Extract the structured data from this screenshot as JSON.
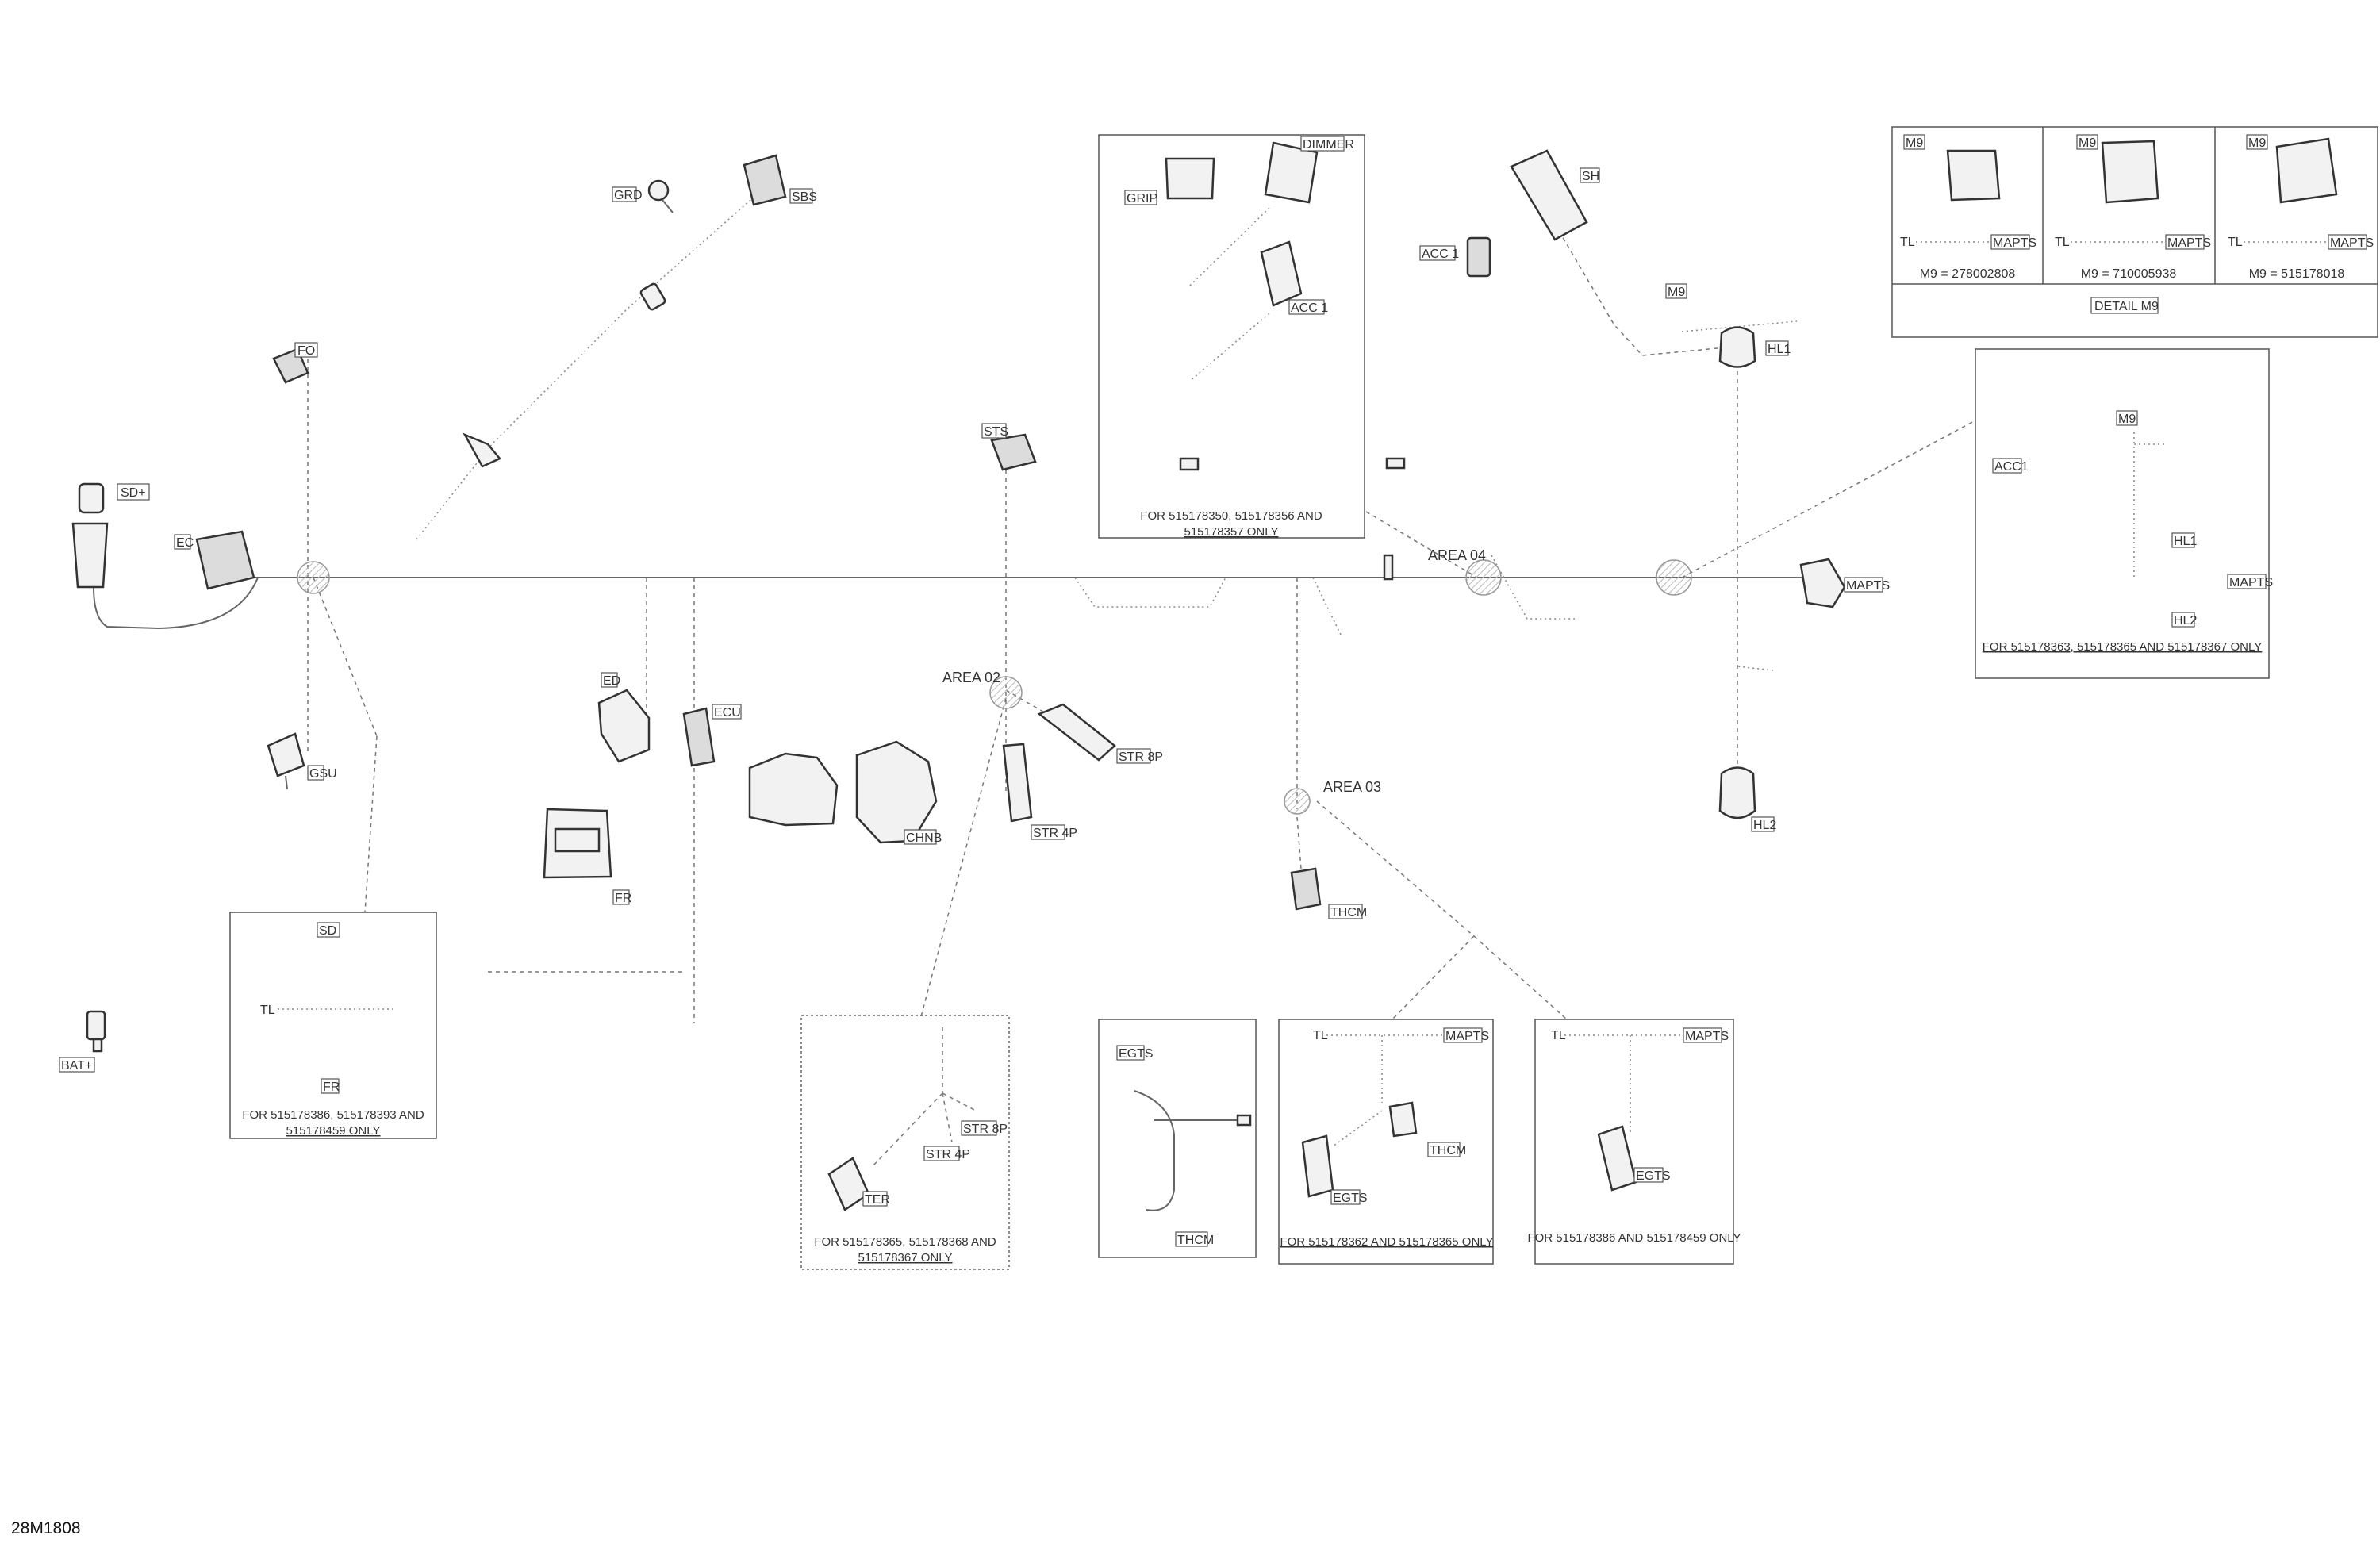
{
  "document_ref": "28M1808",
  "connectors": {
    "sd_plus": "SD+",
    "ec": "EC",
    "fo": "FO",
    "gsu": "GSU",
    "grd": "GRD",
    "sbs": "SBS",
    "ed": "ED",
    "fr": "FR",
    "fr2": "FR",
    "ecu": "ECU",
    "chnb": "CHNB",
    "bat_plus": "BAT+",
    "sts": "STS",
    "str_8p": "STR 8P",
    "str_4p": "STR 4P",
    "sh": "SH",
    "acc1": "ACC 1",
    "hl1": "HL1",
    "hl2": "HL2",
    "maps": "MAPTS",
    "thcm": "THCM",
    "m9": "M9"
  },
  "areas": {
    "a2": "AREA 02",
    "a3": "AREA 03",
    "a4": "AREA 04"
  },
  "box_cluster": {
    "grip": "GRIP",
    "dimmer": "DIMMER",
    "acc": "ACC 1",
    "note_line1": "FOR 515178350, 515178356 AND",
    "note_line2": "515178357 ONLY"
  },
  "box_sd": {
    "sd": "SD",
    "tl": "TL",
    "fr": "FR",
    "note_line1": "FOR 515178386, 515178393 AND",
    "note_line2": "515178459 ONLY"
  },
  "box_str": {
    "str_8p": "STR 8P",
    "str_4p": "STR 4P",
    "ter": "TER",
    "note_line1": "FOR 515178365, 515178368 AND",
    "note_line2": "515178367 ONLY"
  },
  "box_thcm": {
    "egts": "EGTS",
    "thcm": "THCM"
  },
  "box_tl_maps": {
    "tl": "TL",
    "maps": "MAPTS",
    "thcm": "THCM",
    "egts": "EGTS",
    "note": "FOR 515178362 AND 515178365 ONLY"
  },
  "box_tl_maps2": {
    "tl": "TL",
    "maps": "MAPTS",
    "egts": "EGTS",
    "note": "FOR 515178386 AND 515178459 ONLY"
  },
  "box_acc": {
    "acc1": "ACC1",
    "m9": "M9",
    "hl1": "HL1",
    "hl2": "HL2",
    "maps": "MAPTS",
    "note": "FOR 515178363, 515178365 AND 515178367 ONLY"
  },
  "detail_m9": {
    "panels": [
      {
        "m": "M9",
        "tl": "TL",
        "maps": "MAPTS",
        "part": "M9 = 278002808"
      },
      {
        "m": "M9",
        "tl": "TL",
        "maps": "MAPTS",
        "part": "M9 = 710005938"
      },
      {
        "m": "M9",
        "tl": "TL",
        "maps": "MAPTS",
        "part": "M9 = 515178018"
      }
    ],
    "title": "DETAIL M9"
  }
}
